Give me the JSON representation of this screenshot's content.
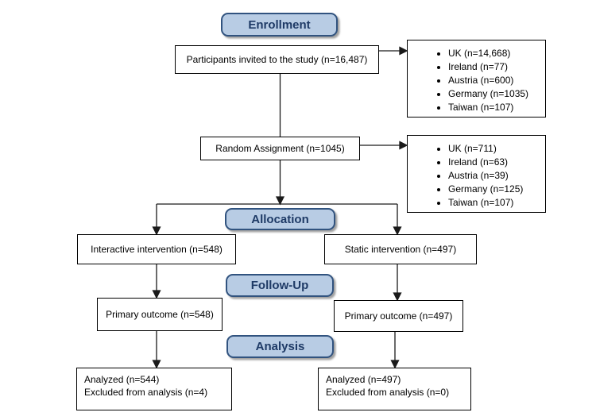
{
  "stages": {
    "enrollment": "Enrollment",
    "allocation": "Allocation",
    "followup": "Follow-Up",
    "analysis": "Analysis"
  },
  "boxes": {
    "invited": "Participants invited to the study (n=16,487)",
    "random_assignment": "Random Assignment (n=1045)",
    "interactive_intervention": "Interactive intervention (n=548)",
    "static_intervention": "Static intervention (n=497)",
    "primary_outcome_interactive": "Primary outcome (n=548)",
    "primary_outcome_static": "Primary outcome (n=497)",
    "analyzed_interactive_line1": "Analyzed (n=544)",
    "analyzed_interactive_line2": "Excluded from analysis (n=4)",
    "analyzed_static_line1": "Analyzed (n=497)",
    "analyzed_static_line2": "Excluded from analysis (n=0)"
  },
  "invited_countries": [
    "UK (n=14,668)",
    "Ireland (n=77)",
    "Austria (n=600)",
    "Germany (n=1035)",
    "Taiwan (n=107)"
  ],
  "assigned_countries": [
    "UK (n=711)",
    "Ireland (n=63)",
    "Austria (n=39)",
    "Germany (n=125)",
    "Taiwan (n=107)"
  ],
  "colors": {
    "stage_fill": "#b8cce4",
    "stage_border": "#31537f",
    "stage_text": "#1e3a66",
    "box_border": "#000000",
    "arrow": "#1a1a1a",
    "background": "#ffffff"
  }
}
